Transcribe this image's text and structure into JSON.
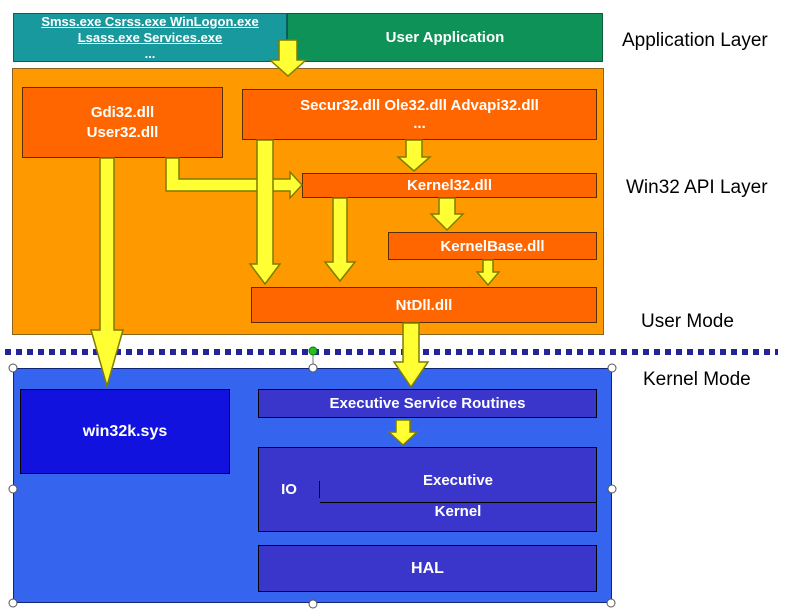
{
  "colors": {
    "teal": "#18999d",
    "green": "#0e9257",
    "orange_light": "#ff9900",
    "orange_dark": "#ff6600",
    "kernel_blue": "#3565ee",
    "bright_blue": "#1212de",
    "indigo": "#3a36cc",
    "arrow_yellow": "#ffff33",
    "dot_navy": "#24249a"
  },
  "application_layer": {
    "system_processes_line1": "Smss.exe Csrss.exe WinLogon.exe",
    "system_processes_line2": "Lsass.exe Services.exe",
    "system_processes_line3": "...",
    "user_application": "User Application"
  },
  "win32_api_layer": {
    "gdi32_line1": "Gdi32.dll",
    "gdi32_line2": "User32.dll",
    "secur32_line1": "Secur32.dll Ole32.dll Advapi32.dll",
    "secur32_line2": "...",
    "kernel32": "Kernel32.dll",
    "kernelbase": "KernelBase.dll",
    "ntdll": "NtDll.dll"
  },
  "kernel_mode": {
    "win32k": "win32k.sys",
    "executive_service_routines": "Executive Service Routines",
    "io": "IO",
    "executive": "Executive",
    "kernel": "Kernel",
    "hal": "HAL"
  },
  "side_labels": {
    "application_layer": "Application Layer",
    "win32_api_layer": "Win32 API Layer",
    "user_mode": "User Mode",
    "kernel_mode": "Kernel Mode"
  }
}
